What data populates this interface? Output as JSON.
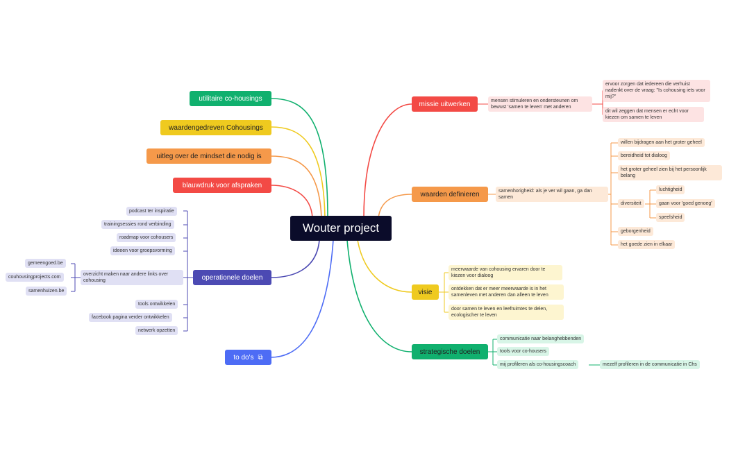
{
  "central": "Wouter project",
  "colors": {
    "green": "#10b06e",
    "yellow": "#efca1f",
    "orange": "#f5994a",
    "red": "#f34a45",
    "purple": "#4c4ab3",
    "blue": "#4d6cf5",
    "central": "#0b0c2a"
  },
  "left": {
    "utilitaire": "utilitaire co-housings",
    "waardengedreven": "waardengedreven Cohousings",
    "uitleg": "uitleg over de mindset die nodig is",
    "blauwdruk": "blauwdruk voor afspraken",
    "operationele": {
      "label": "operationele doelen",
      "items": {
        "podcast": "podcast ter inspiratie",
        "trainingsessies": "trainingsessies rond verbinding",
        "roadmap": "roadmap voor cohousers",
        "ideeen": "ideeen voor groepsvorming",
        "overzicht": "overzicht maken naar andere links over cohousing",
        "tools": "tools ontwikkelen",
        "facebook": "facebook pagina verder ontwikkelen",
        "netwerk": "netwerk opzetten"
      },
      "links": {
        "gemeengoed": "gemeengoed.be",
        "couhousing": "couhousingprojects.com",
        "samenhuizen": "samenhuizen.be"
      }
    },
    "todo": {
      "label": "to do's",
      "icon": "todo-icon"
    }
  },
  "right": {
    "missie": {
      "label": "missie uitwerken",
      "child": "mensen stimuleren en ondersteunen om bewust 'samen te leven' met anderen",
      "grand1": "ervoor zorgen dat iedereen die verhuist nadenkt over de vraag: \"Is cohousing iets voor mij?\"",
      "grand2": "dit wil zeggen dat mensen er echt voor kiezen om samen te leven"
    },
    "waarden": {
      "label": "waarden definieren",
      "child": "samenhorigheid: als je ver wil gaan, ga dan samen",
      "bijdragen": "willen bijdragen aan het groter geheel",
      "bereidheid": "bereidheid tot dialoog",
      "groter": "het groter geheel zien bij het persoonlijk belang",
      "diversiteit": "diversiteit",
      "luchtigheid": "luchtigheid",
      "goedgenoeg": "gaan voor 'goed genoeg'",
      "speelsheid": "speelsheid",
      "geborgenheid": "geborgenheid",
      "goede": "het goede zien in elkaar"
    },
    "visie": {
      "label": "visie",
      "meerwaarde": "meerwaarde van cohousing ervaren door te kiezen voor dialoog",
      "ontdekken": "ontdekken dat er meer meerwaarde is in het samenleven met anderen dan alleen te leven",
      "ecologisch": "door samen te leven en leefruimtes te delen, ecologischer te leven"
    },
    "strategische": {
      "label": "strategische doelen",
      "communicatie": "communicatie naar belanghebbenden",
      "tools": "tools voor co-housers",
      "profileren": "mij profileren als co-housingscoach",
      "mezelf": "mezelf profileren in de communicatie in Chs"
    }
  }
}
